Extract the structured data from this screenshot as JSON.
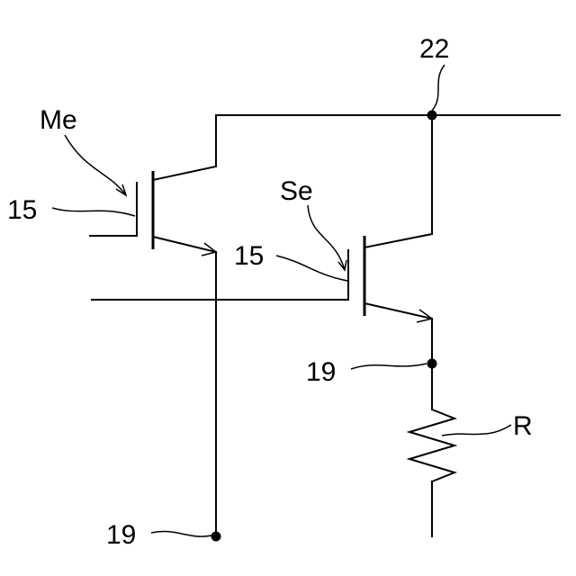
{
  "labels": {
    "node_top": "22",
    "transistor_main": "Me",
    "transistor_sub": "Se",
    "gate_main": "15",
    "gate_sub": "15",
    "node_sub_emitter": "19",
    "node_main_emitter": "19",
    "resistor": "R"
  }
}
